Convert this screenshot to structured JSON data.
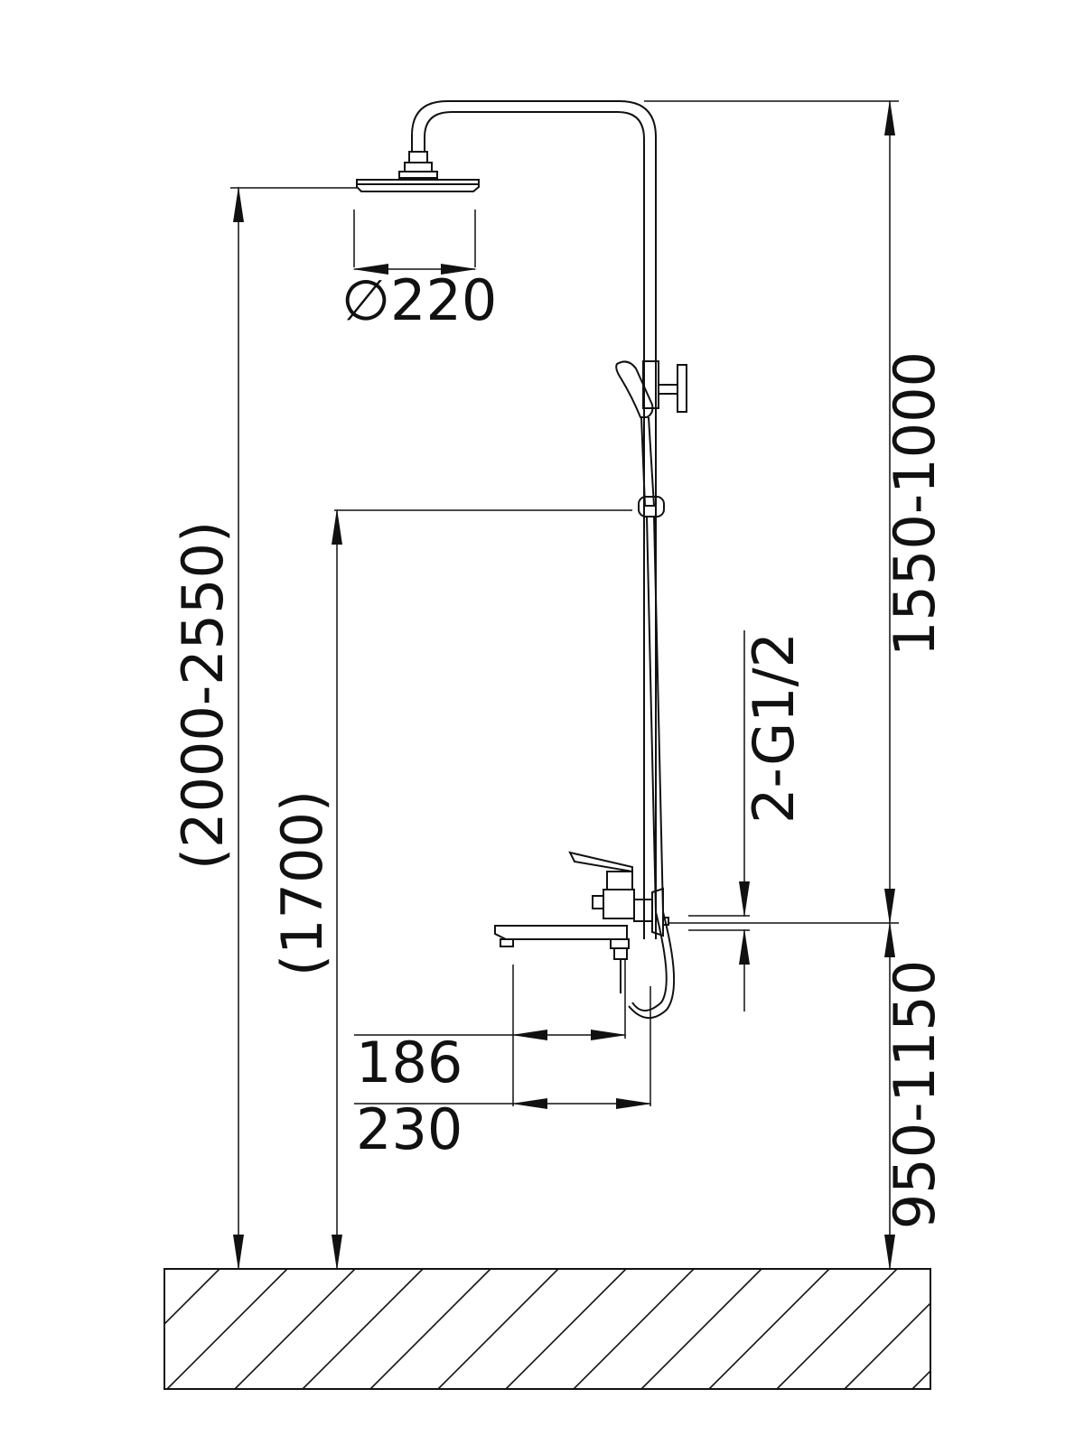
{
  "diagram": {
    "ink_color": "#111111",
    "background_color": "#ffffff",
    "labels": {
      "diameter": "∅220",
      "total_height": "(2000-2550)",
      "handshower_height": "(1700)",
      "rail_height": "1550-1000",
      "mixer_height": "950-1150",
      "connection": "2-G1/2",
      "spout_length": "186",
      "spout_projection": "230"
    }
  }
}
